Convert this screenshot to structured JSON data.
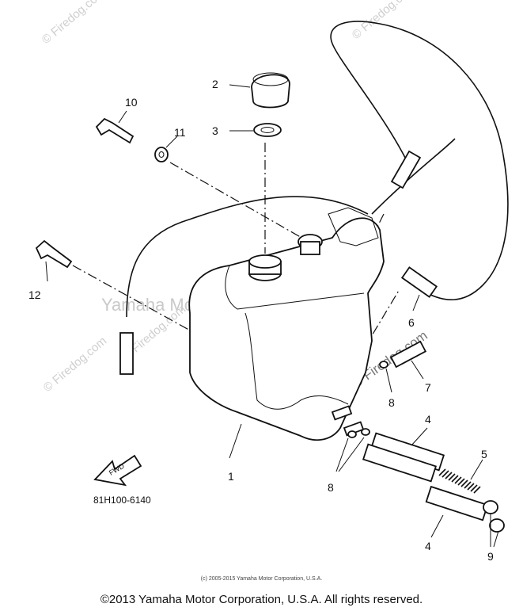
{
  "watermarks": {
    "main": "Yamaha Motor Corp, U.S.A.",
    "site": "© Firedog.com"
  },
  "fwd_label": "FWD",
  "part_code": "81H100-6140",
  "small_copyright": "(c) 2005-2015 Yamaha Motor Corporation, U.S.A.",
  "copyright": "©2013 Yamaha Motor Corporation, U.S.A. All rights reserved.",
  "callouts": {
    "c1": "1",
    "c2": "2",
    "c3": "3",
    "c4a": "4",
    "c4b": "4",
    "c5": "5",
    "c6": "6",
    "c7": "7",
    "c8a": "8",
    "c8b": "8",
    "c9": "9",
    "c10": "10",
    "c11": "11",
    "c12": "12"
  }
}
